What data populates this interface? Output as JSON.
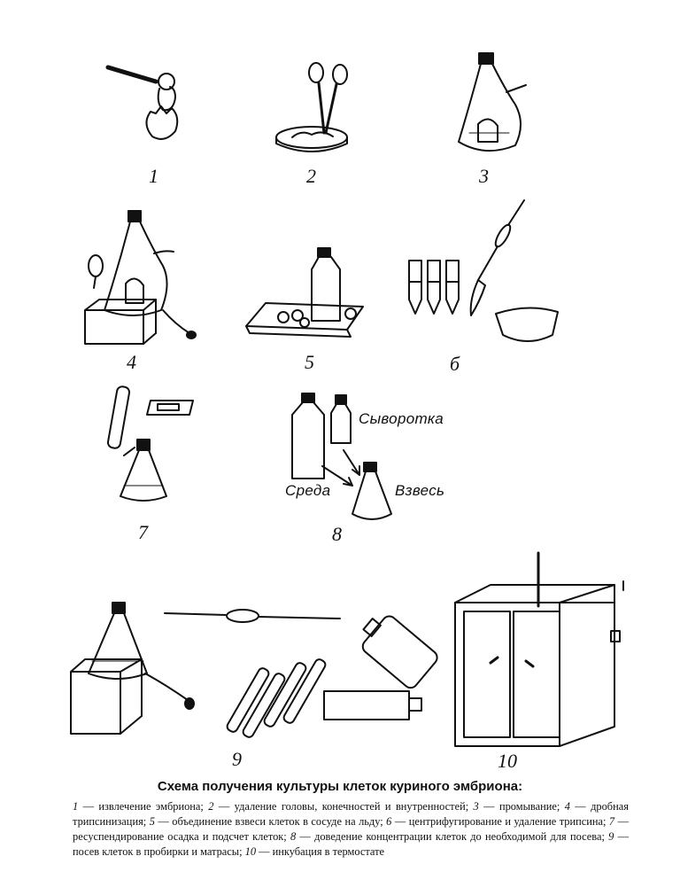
{
  "steps": [
    {
      "number": "1"
    },
    {
      "number": "2"
    },
    {
      "number": "3"
    },
    {
      "number": "4"
    },
    {
      "number": "5"
    },
    {
      "number": "б"
    },
    {
      "number": "7"
    },
    {
      "number": "8"
    },
    {
      "number": "9"
    },
    {
      "number": "10"
    }
  ],
  "labels": {
    "serum": "Сыворотка",
    "medium": "Среда",
    "suspension": "Взвесь"
  },
  "caption": {
    "title": "Схема получения культуры клеток куриного эмбриона:",
    "items": [
      {
        "num": "1",
        "text": "извлечение эмбриона;"
      },
      {
        "num": "2",
        "text": "удаление головы, конечностей и внутренностей;"
      },
      {
        "num": "3",
        "text": "промывание;"
      },
      {
        "num": "4",
        "text": "дробная трипсинизация;"
      },
      {
        "num": "5",
        "text": "объединение взвеси клеток в сосуде на льду;"
      },
      {
        "num": "6",
        "text": "центрифугирование и удаление трипсина;"
      },
      {
        "num": "7",
        "text": "ресуспендирование осадка и подсчет клеток;"
      },
      {
        "num": "8",
        "text": "доведение концентрации клеток до необходимой для посева;"
      },
      {
        "num": "9",
        "text": "посев клеток в пробирки и матрасы;"
      },
      {
        "num": "10",
        "text": "инкубация в термостате"
      }
    ]
  }
}
